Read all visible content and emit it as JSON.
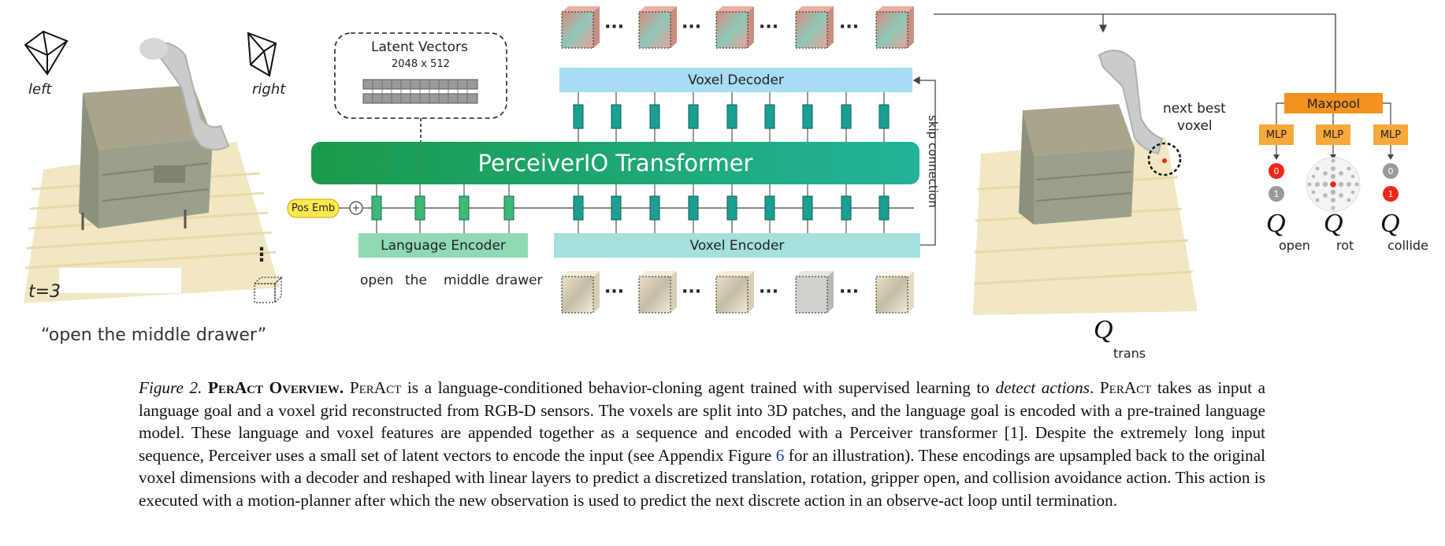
{
  "figure": {
    "cam_left_label": "left",
    "cam_right_label": "right",
    "timestep_label": "t=3",
    "scene_caption": "“open the middle drawer”",
    "latent_title": "Latent Vectors",
    "latent_size": "2048 x 512",
    "transformer_label": "PerceiverIO Transformer",
    "pos_emb_label": "Pos Emb",
    "plus_symbol": "+",
    "language_encoder_label": "Language Encoder",
    "voxel_encoder_label": "Voxel Encoder",
    "voxel_decoder_label": "Voxel Decoder",
    "skip_label": "skip connection",
    "instruction_words": [
      "open",
      "the",
      "middle",
      "drawer"
    ],
    "ellipsis": "···",
    "vertical_dots": "⋮",
    "next_best_label_line1": "next best",
    "next_best_label_line2": "voxel",
    "q_symbol": "Q",
    "q_trans_sub": "trans",
    "maxpool_label": "Maxpool",
    "mlp_label": "MLP",
    "q_open_sub": "open",
    "q_rot_sub": "rot",
    "q_collide_sub": "collide",
    "bit_zero": "0",
    "bit_one": "1",
    "colors": {
      "transformer_start": "#1a9a4a",
      "transformer_end": "#22b39a",
      "token_lang": "#3cb878",
      "token_voxel": "#1aa093",
      "lang_encoder": "#8fd9b4",
      "voxel_encoder": "#a6e0dc",
      "voxel_decoder": "#a8dcf2",
      "maxpool": "#f39220",
      "mlp": "#f7a83a",
      "pos_emb": "#fde94f",
      "red_bit": "#f0261a",
      "grey_bit": "#9a9a9a"
    }
  },
  "caption": {
    "fig_num": "Figure 2.",
    "title": "PerAct Overview.",
    "name": "PerAct",
    "part1": " is a language-conditioned behavior-cloning agent trained with supervised learning to ",
    "detect": "detect actions",
    "part2": ". ",
    "part3": " takes as input a language goal and a voxel grid reconstructed from RGB-D sensors. The voxels are split into 3D patches, and the language goal is encoded with a pre-trained language model. These language and voxel features are appended together as a sequence and encoded with a Perceiver transformer [1]. Despite the extremely long input sequence, Perceiver uses a small set of latent vectors to encode the input (see Appendix Figure ",
    "fig_ref": "6",
    "part4": " for an illustration). These encodings are upsampled back to the original voxel dimensions with a decoder and reshaped with linear layers to predict a discretized translation, rotation, gripper open, and collision avoidance action. This action is executed with a motion-planner after which the new observation is used to predict the next discrete action in an observe-act loop until termination."
  }
}
